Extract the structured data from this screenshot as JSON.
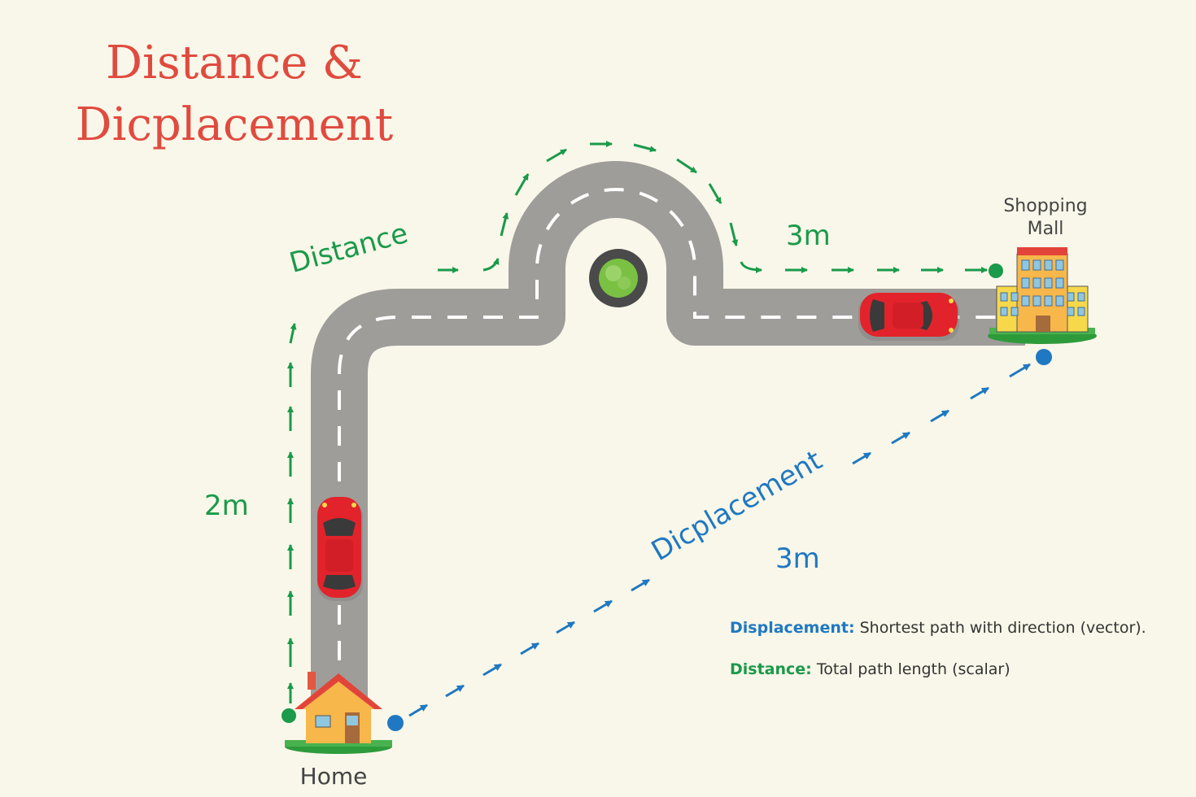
{
  "title": {
    "line1": "Distance &",
    "line2": "Dicplacement"
  },
  "labels": {
    "distance": "Distance",
    "displacement": "Dicplacement",
    "vertical_length": "2m",
    "horizontal_length": "3m",
    "displacement_length": "3m"
  },
  "places": {
    "start": "Home",
    "end_line1": "Shopping",
    "end_line2": "Mall"
  },
  "legend": {
    "displacement_term": "Displacement:",
    "displacement_text": "Shortest path with direction (vector).",
    "distance_term": "Distance:",
    "distance_text": "Total path length (scalar)"
  },
  "colors": {
    "title": "#e04b3f",
    "distance": "#1a9a4a",
    "displacement": "#1f78c1",
    "road": "#9e9d9a",
    "car": "#e2232b",
    "background": "#f9f7e9"
  }
}
